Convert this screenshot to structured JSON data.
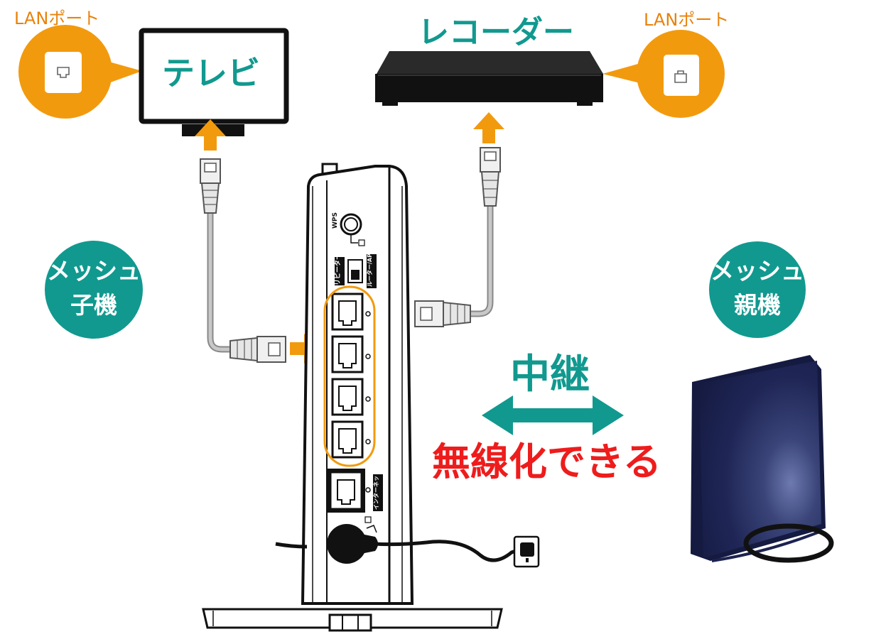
{
  "labels": {
    "lan_port_left": "LANポート",
    "lan_port_right": "LANポート",
    "tv": "テレビ",
    "recorder": "レコーダー",
    "mesh_child_line1": "メッシュ",
    "mesh_child_line2": "子機",
    "mesh_parent_line1": "メッシュ",
    "mesh_parent_line2": "親機",
    "relay": "中継",
    "wireless": "無線化できる",
    "wps": "WPS",
    "mode_repeater": "リピーター",
    "mode_router_ap": "ルーター/AP",
    "internet_port": "インターネット"
  },
  "colors": {
    "orange": "#f29a0e",
    "orange_text": "#e8820c",
    "teal": "#11998f",
    "red": "#ee1c1c",
    "black": "#111111",
    "navy": "#1b2150"
  },
  "icons": {
    "lan_port": "lan-port-icon",
    "arrow": "orange-arrow-icon",
    "double_arrow": "teal-double-arrow-icon",
    "plug": "lan-cable-plug-icon"
  }
}
